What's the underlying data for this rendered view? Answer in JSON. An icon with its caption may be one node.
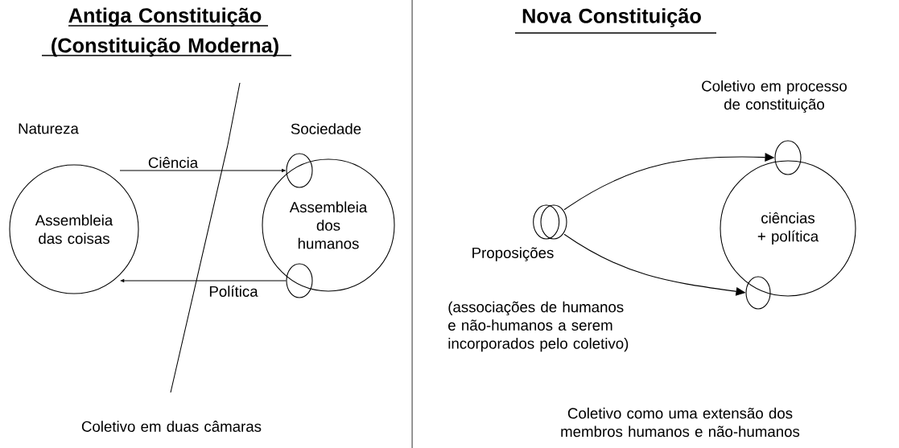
{
  "diagram": {
    "nodes": [
      {
        "text": [
          "Assembleia das coisas"
        ],
        "beside": [
          "Natureza"
        ]
      },
      {
        "text": [
          "Assembleia dos humanos"
        ],
        "beside": [
          "Sociedade"
        ]
      },
      {
        "text": [],
        "shape": "ellipse"
      },
      {
        "text": [],
        "shape": "ellipse"
      },
      {
        "text": [],
        "shape": "ellipse",
        "beside": [
          "Proposições",
          "(associações de humanos e não-humanos a serem incorporados pelo coletivo)"
        ]
      },
      {
        "text": [
          "ciências + política"
        ]
      },
      {
        "text": [],
        "shape": "ellipse",
        "beside": [
          "Coletivo em processo de constituição"
        ]
      },
      {
        "text": [],
        "shape": "ellipse"
      }
    ],
    "edges": [
      {
        "from": 0,
        "to": 2,
        "arrow": "to",
        "label": "Ciência"
      },
      {
        "from": 3,
        "to": 0,
        "arrow": "to",
        "label": "Política"
      },
      {
        "from": 4,
        "to": 6,
        "arrow": "to"
      },
      {
        "from": 4,
        "to": 7,
        "arrow": "to"
      }
    ],
    "labels": [
      "Antiga Constituição (Constituição Moderna)",
      "Nova Constituição",
      "Coletivo em duas câmaras",
      "Coletivo como uma extensão dos membros humanos e não-humanos"
    ]
  }
}
